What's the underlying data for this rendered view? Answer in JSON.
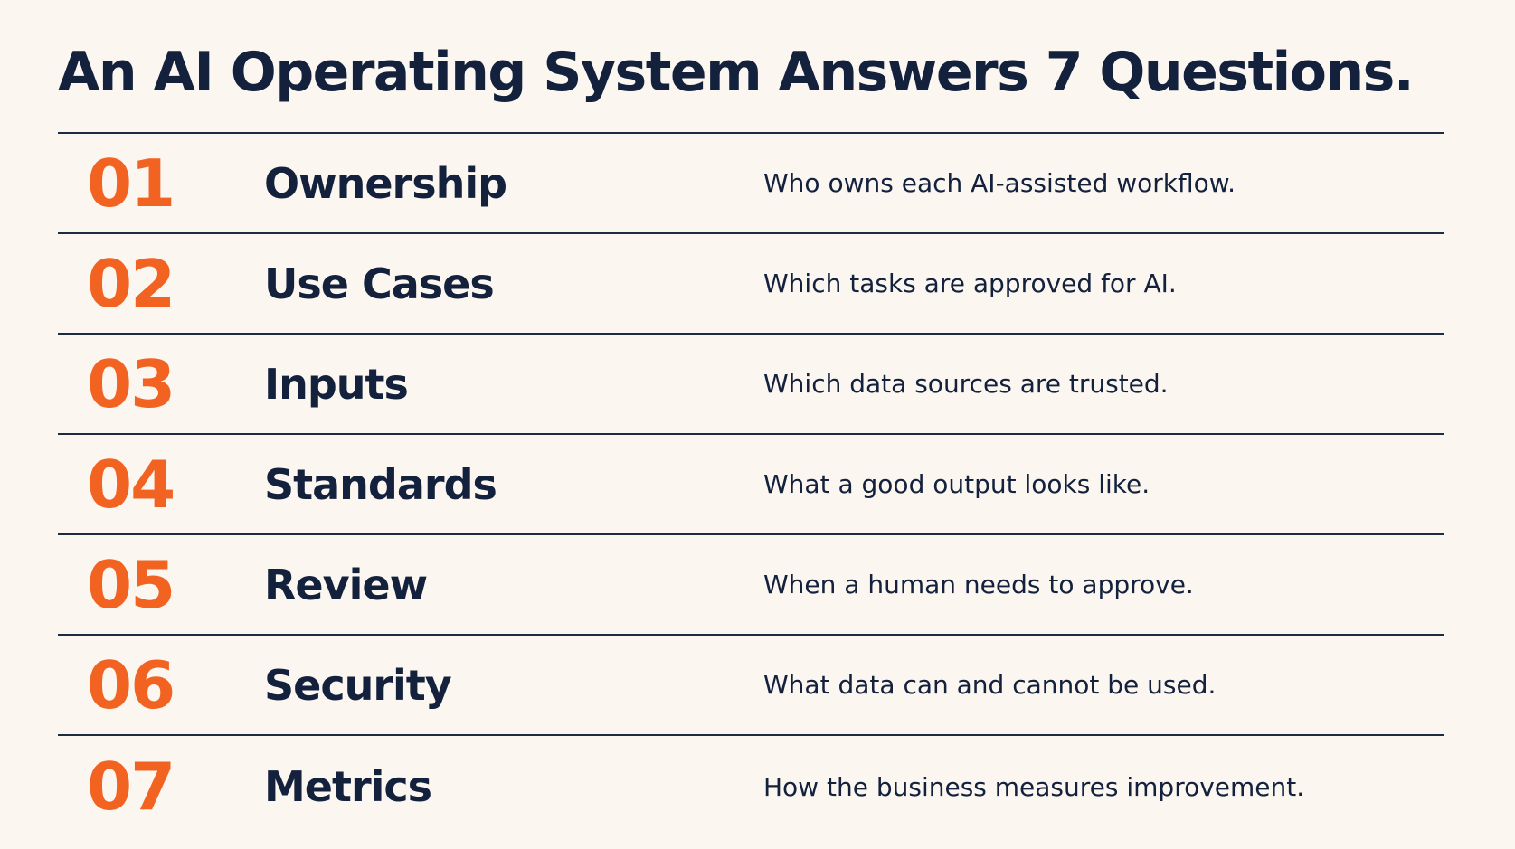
{
  "title": "An AI Operating System Answers 7 Questions.",
  "colors": {
    "background": "#fbf6f0",
    "accent": "#f26322",
    "text": "#13213d",
    "rule": "#1e2b45"
  },
  "rows": [
    {
      "number": "01",
      "name": "Ownership",
      "description": "Who owns each AI-assisted workflow."
    },
    {
      "number": "02",
      "name": "Use Cases",
      "description": "Which tasks are approved for AI."
    },
    {
      "number": "03",
      "name": "Inputs",
      "description": "Which data sources are trusted."
    },
    {
      "number": "04",
      "name": "Standards",
      "description": "What a good output looks like."
    },
    {
      "number": "05",
      "name": "Review",
      "description": "When a human needs to approve."
    },
    {
      "number": "06",
      "name": "Security",
      "description": "What data can and cannot be used."
    },
    {
      "number": "07",
      "name": "Metrics",
      "description": "How the business measures improvement."
    }
  ]
}
